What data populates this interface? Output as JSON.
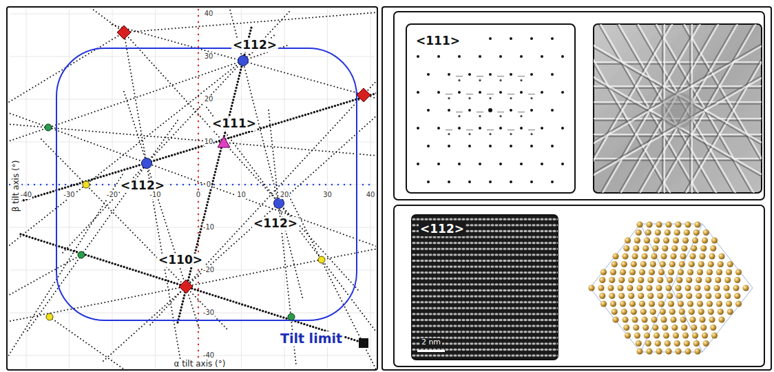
{
  "diagram": {
    "labels": [
      "<112>",
      "<111>",
      "<112>",
      "<112>",
      "<110>",
      "Tilt limit",
      "α tilt axis (°)",
      "β tilt axis (°)",
      "-40",
      "-30",
      "-20",
      "-10",
      "0",
      "10",
      "20",
      "30",
      "40",
      "40",
      "30",
      "20",
      "10",
      "0",
      "-10",
      "-20",
      "-30",
      "-40",
      "<111>",
      "<112>",
      "2 nm"
    ]
  }
}
